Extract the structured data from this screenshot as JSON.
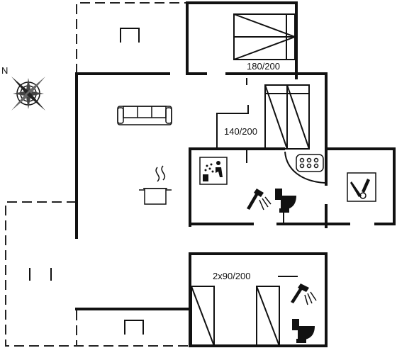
{
  "compass": {
    "north_label": "N"
  },
  "rooms": {
    "upper_bedroom": {
      "bed_label": "180/200"
    },
    "middle_bedroom": {
      "bed_label": "140/200"
    },
    "lower_bedroom": {
      "bed_label": "2x90/200"
    }
  },
  "colors": {
    "lines": "#111111",
    "background": "#ffffff",
    "icon_fill": "#111111"
  },
  "icons": [
    "compass-rose-icon",
    "sofa-icon",
    "cooking-pot-icon",
    "sauna-icon",
    "shower-icon",
    "toilet-icon",
    "spa-bath-icon",
    "washing-machine-icon"
  ]
}
